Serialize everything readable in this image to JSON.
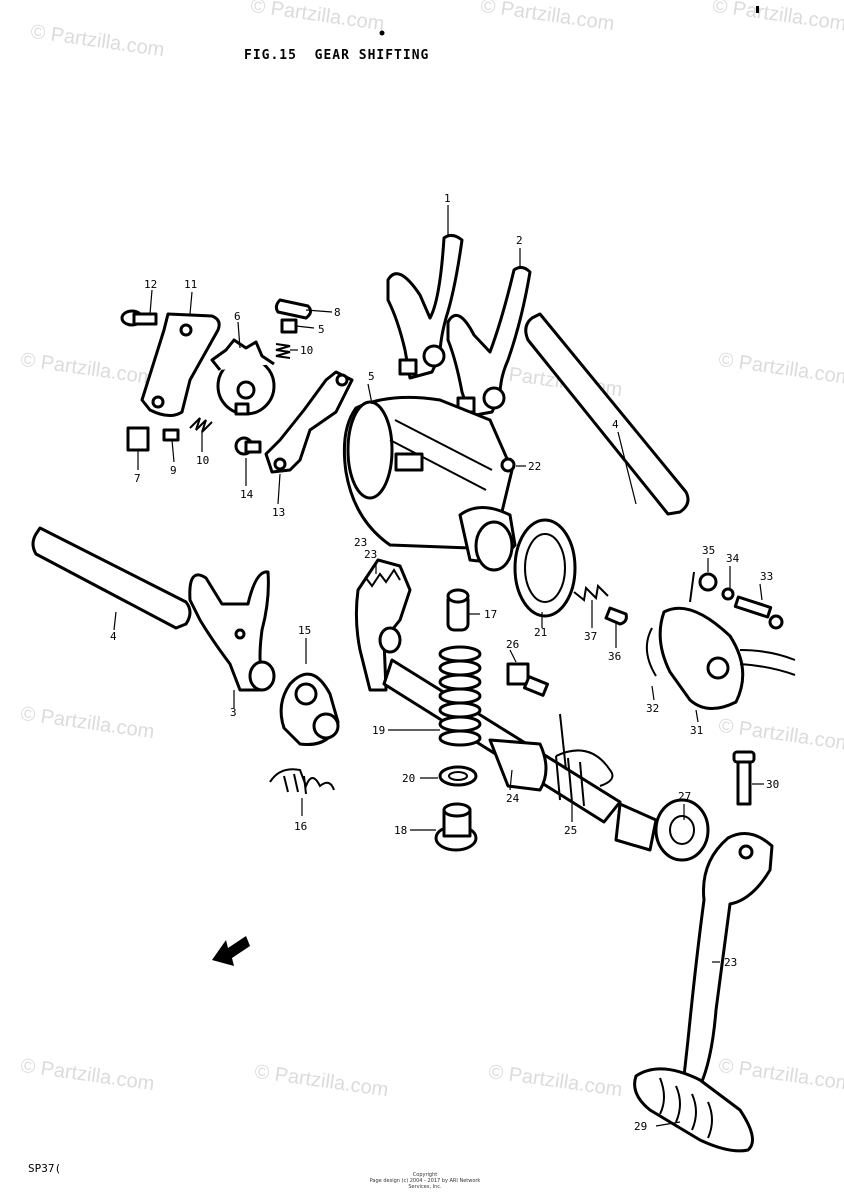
{
  "figure": {
    "title": "FIG.15  GEAR SHIFTING",
    "footer_code": "SP37(",
    "copyright_line1": "Copyright",
    "copyright_line2": "Page design (c) 2004 - 2017 by ARI Network Services, Inc."
  },
  "watermark": {
    "text": "© Partzilla.com"
  },
  "callouts": [
    {
      "id": "c1",
      "text": "1"
    },
    {
      "id": "c2",
      "text": "2"
    },
    {
      "id": "c3",
      "text": "3"
    },
    {
      "id": "c4a",
      "text": "4"
    },
    {
      "id": "c4b",
      "text": "4"
    },
    {
      "id": "c5a",
      "text": "5"
    },
    {
      "id": "c5b",
      "text": "5"
    },
    {
      "id": "c6",
      "text": "6"
    },
    {
      "id": "c7",
      "text": "7"
    },
    {
      "id": "c8",
      "text": "8"
    },
    {
      "id": "c9",
      "text": "9"
    },
    {
      "id": "c10a",
      "text": "10"
    },
    {
      "id": "c10b",
      "text": "10"
    },
    {
      "id": "c11",
      "text": "11"
    },
    {
      "id": "c12",
      "text": "12"
    },
    {
      "id": "c13",
      "text": "13"
    },
    {
      "id": "c14",
      "text": "14"
    },
    {
      "id": "c15",
      "text": "15"
    },
    {
      "id": "c16",
      "text": "16"
    },
    {
      "id": "c17",
      "text": "17"
    },
    {
      "id": "c18",
      "text": "18"
    },
    {
      "id": "c19",
      "text": "19"
    },
    {
      "id": "c20",
      "text": "20"
    },
    {
      "id": "c21",
      "text": "21"
    },
    {
      "id": "c22",
      "text": "22"
    },
    {
      "id": "c23a",
      "text": "23"
    },
    {
      "id": "c23b",
      "text": "23"
    },
    {
      "id": "c23c",
      "text": "23"
    },
    {
      "id": "c24",
      "text": "24"
    },
    {
      "id": "c25",
      "text": "25"
    },
    {
      "id": "c26",
      "text": "26"
    },
    {
      "id": "c27",
      "text": "27"
    },
    {
      "id": "c29",
      "text": "29"
    },
    {
      "id": "c30",
      "text": "30"
    },
    {
      "id": "c31",
      "text": "31"
    },
    {
      "id": "c32",
      "text": "32"
    },
    {
      "id": "c33",
      "text": "33"
    },
    {
      "id": "c34",
      "text": "34"
    },
    {
      "id": "c35",
      "text": "35"
    },
    {
      "id": "c36",
      "text": "36"
    },
    {
      "id": "c37",
      "text": "37"
    }
  ]
}
